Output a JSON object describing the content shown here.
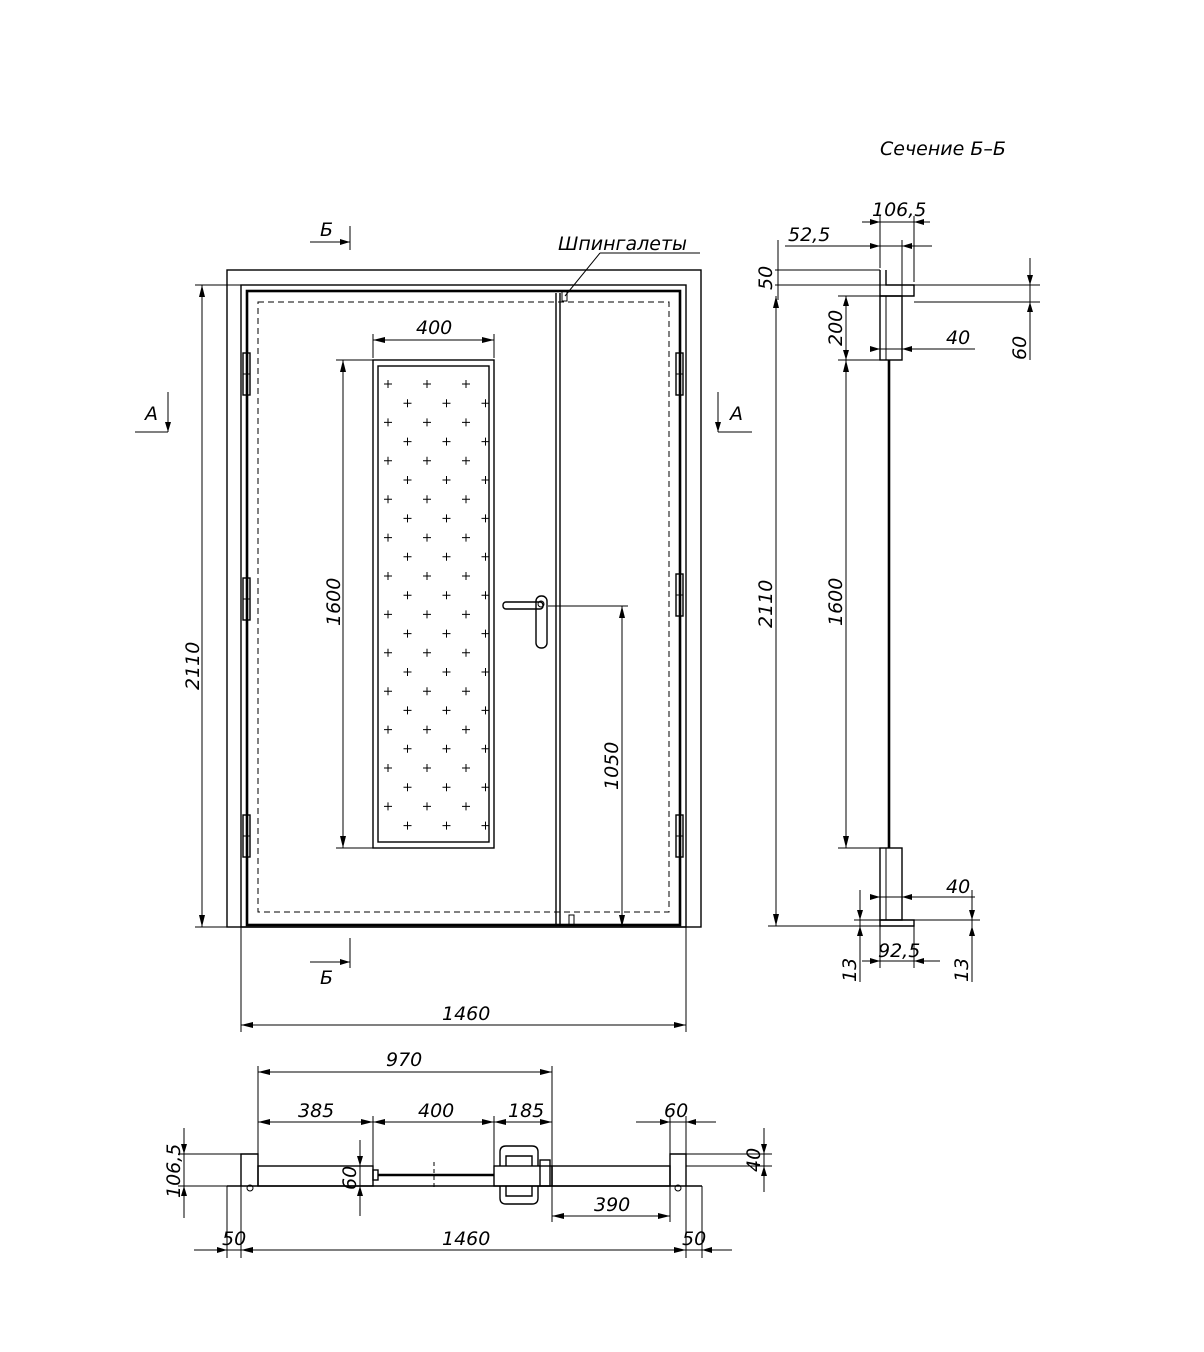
{
  "section_title": "Сечение Б–Б",
  "callout_label": "Шпингалеты",
  "section_marks": {
    "a": "А",
    "b": "Б"
  },
  "front_view": {
    "window_width": "400",
    "window_height": "1600",
    "handle_height": "1050",
    "total_height": "2110",
    "total_width": "1460"
  },
  "section_view": {
    "width_top": "106,5",
    "frame_offset": "52,5",
    "top_offset": "50",
    "leaf_top": "60",
    "rail_top": "200",
    "rail_depth_top": "40",
    "glass_height": "1600",
    "total_height": "2110",
    "rail_depth_bottom": "40",
    "bottom_width": "92,5",
    "bottom_left": "13",
    "bottom_right": "13"
  },
  "plan_view": {
    "leaf_width": "970",
    "left_offset": "385",
    "window_width": "400",
    "lock_offset": "185",
    "frame_thickness": "60",
    "frame_depth": "106,5",
    "leaf_depth": "60",
    "right_frame_depth": "40",
    "right_leaf_width": "390",
    "side_left": "50",
    "total_width": "1460",
    "side_right": "50"
  }
}
